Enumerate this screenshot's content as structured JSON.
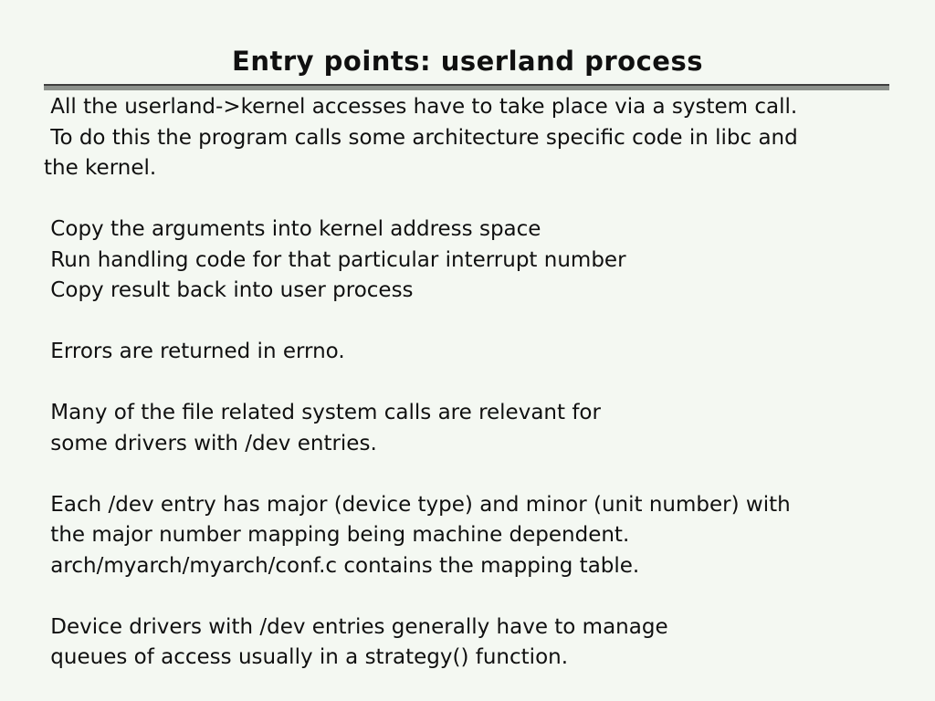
{
  "slide": {
    "title": "Entry points: userland process",
    "colors": {
      "background": "#f4f8f2",
      "text": "#101010",
      "divider_dark": "#3f3f3f",
      "divider_gray": "#8c918c"
    }
  },
  "body": {
    "lines": [
      " All the userland->kernel accesses have to take place via a system call.",
      " To do this the program calls some architecture specific code in libc and",
      "the kernel.",
      "",
      " Copy the arguments into kernel address space",
      " Run handling code for that particular interrupt number",
      " Copy result back into user process",
      "",
      " Errors are returned in errno.",
      "",
      " Many of the file related system calls are relevant for",
      " some drivers with /dev entries.",
      "",
      " Each /dev entry has major (device type) and minor (unit number) with",
      " the major number mapping being machine dependent.",
      " arch/myarch/myarch/conf.c contains the mapping table.",
      "",
      " Device drivers with /dev entries generally have to manage",
      " queues of access usually in a strategy() function."
    ]
  }
}
